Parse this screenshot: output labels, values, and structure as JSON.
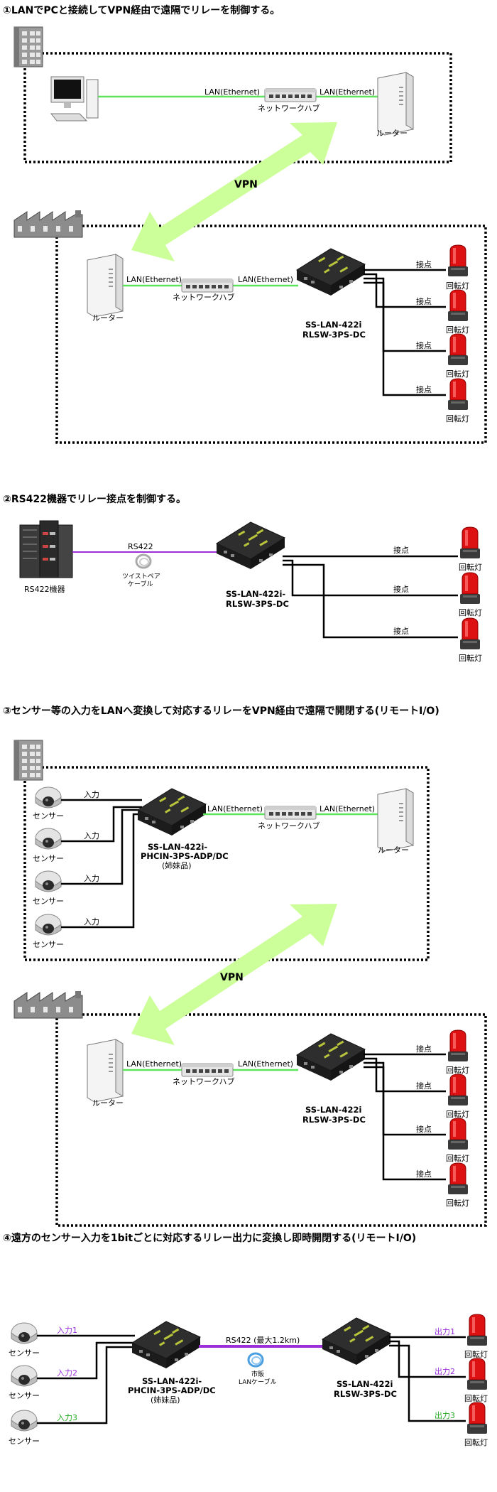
{
  "sections": {
    "s1": {
      "title": "①LANでPCと接続してVPN経由で遠隔でリレーを制御する。"
    },
    "s2": {
      "title": "②RS422機器でリレー接点を制御する。"
    },
    "s3": {
      "title": "③センサー等の入力をLANへ変換して対応するリレーをVPN経由で遠隔で開閉する(リモートI/O)"
    },
    "s4": {
      "title": "④遠方のセンサー入力を1bitごとに対応するリレー出力に変換し即時開閉する(リモートI/O)"
    }
  },
  "labels": {
    "lan": "LAN(Ethernet)",
    "hub": "ネットワークハブ",
    "router": "ルーター",
    "vpn": "VPN",
    "contact": "接点",
    "lamp": "回転灯",
    "sensor": "センサー",
    "input": "入力",
    "rs422": "RS422",
    "twisted_pair_1": "ツイストペア",
    "twisted_pair_2": "ケーブル",
    "rs422_device": "RS422機器",
    "relay_line1": "SS-LAN-422i",
    "relay_line1_hyphen": "SS-LAN-422i-",
    "relay_line2": "RLSW-3PS-DC",
    "input_line1": "SS-LAN-422i-",
    "input_line2": "PHCIN-3PS-ADP/DC",
    "sister": "(姉妹品)",
    "rs422_long": "RS422 (最大1.2km)",
    "lan_cable_1": "市販",
    "lan_cable_2": "LANケーブル",
    "in1": "入力1",
    "in2": "入力2",
    "in3": "入力3",
    "out1": "出力1",
    "out2": "出力2",
    "out3": "出力3"
  },
  "colors": {
    "lan_line": "#5de35d",
    "rs422_line": "#9b30d9",
    "vpn_arrow": "#ccff99",
    "lamp_red": "#dd1111",
    "in1": "#9b30d9",
    "in2": "#9b30d9",
    "in3": "#22aa22"
  },
  "icons": [
    "building-icon",
    "factory-icon",
    "pc-icon",
    "hub-icon",
    "router-icon",
    "relay-device-icon",
    "rotating-lamp-icon",
    "sensor-camera-icon",
    "rs422-device-icon",
    "cable-coil-icon"
  ]
}
